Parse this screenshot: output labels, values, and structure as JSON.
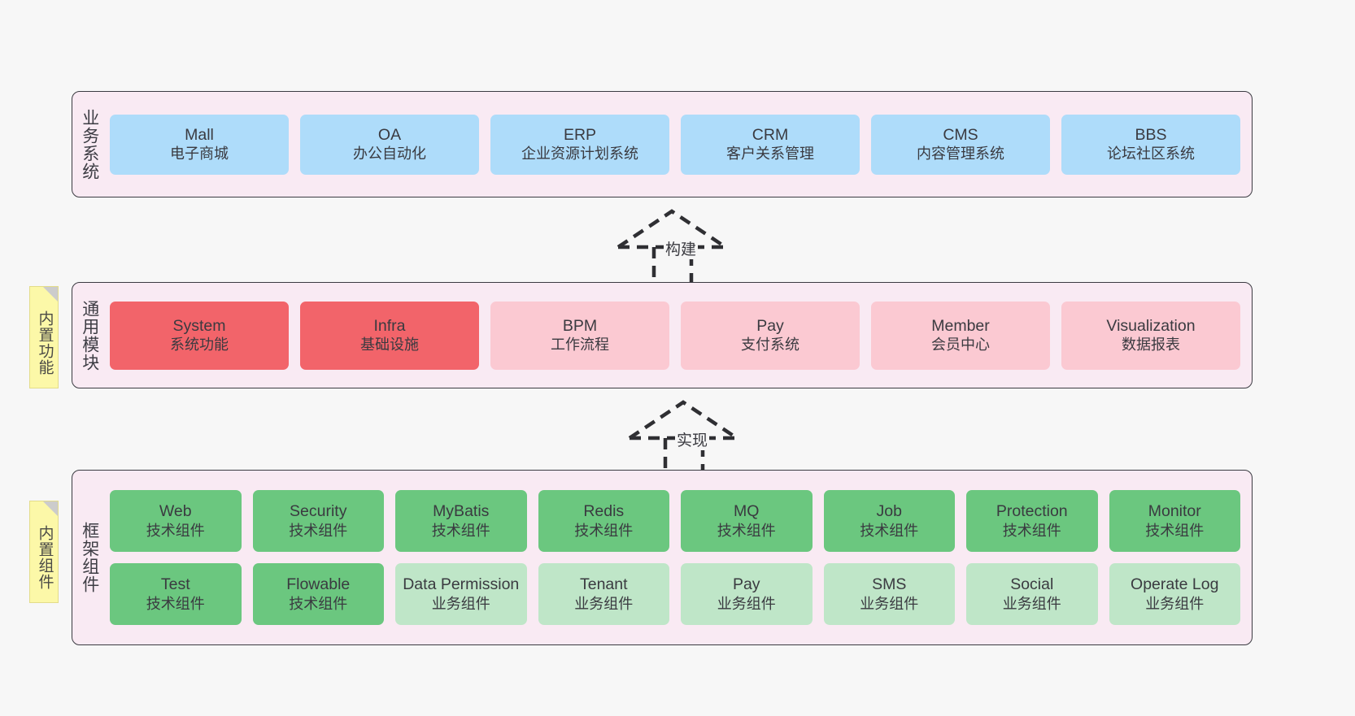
{
  "layers": [
    {
      "name": "business-systems",
      "label": "业务系统",
      "items": [
        {
          "en": "Mall",
          "cn": "电子商城"
        },
        {
          "en": "OA",
          "cn": "办公自动化"
        },
        {
          "en": "ERP",
          "cn": "企业资源计划系统"
        },
        {
          "en": "CRM",
          "cn": "客户关系管理"
        },
        {
          "en": "CMS",
          "cn": "内容管理系统"
        },
        {
          "en": "BBS",
          "cn": "论坛社区系统"
        }
      ]
    },
    {
      "name": "common-modules",
      "label": "通用模块",
      "note": "内置功能",
      "items": [
        {
          "en": "System",
          "cn": "系统功能",
          "emphasis": "strong"
        },
        {
          "en": "Infra",
          "cn": "基础设施",
          "emphasis": "strong"
        },
        {
          "en": "BPM",
          "cn": "工作流程",
          "emphasis": "soft"
        },
        {
          "en": "Pay",
          "cn": "支付系统",
          "emphasis": "soft"
        },
        {
          "en": "Member",
          "cn": "会员中心",
          "emphasis": "soft"
        },
        {
          "en": "Visualization",
          "cn": "数据报表",
          "emphasis": "soft"
        }
      ]
    },
    {
      "name": "framework-components",
      "label": "框架组件",
      "note": "内置组件",
      "rows": [
        [
          {
            "en": "Web",
            "cn": "技术组件",
            "kind": "tech"
          },
          {
            "en": "Security",
            "cn": "技术组件",
            "kind": "tech"
          },
          {
            "en": "MyBatis",
            "cn": "技术组件",
            "kind": "tech"
          },
          {
            "en": "Redis",
            "cn": "技术组件",
            "kind": "tech"
          },
          {
            "en": "MQ",
            "cn": "技术组件",
            "kind": "tech"
          },
          {
            "en": "Job",
            "cn": "技术组件",
            "kind": "tech"
          },
          {
            "en": "Protection",
            "cn": "技术组件",
            "kind": "tech"
          },
          {
            "en": "Monitor",
            "cn": "技术组件",
            "kind": "tech"
          }
        ],
        [
          {
            "en": "Test",
            "cn": "技术组件",
            "kind": "tech"
          },
          {
            "en": "Flowable",
            "cn": "技术组件",
            "kind": "tech"
          },
          {
            "en": "Data Permission",
            "cn": "业务组件",
            "kind": "biz"
          },
          {
            "en": "Tenant",
            "cn": "业务组件",
            "kind": "biz"
          },
          {
            "en": "Pay",
            "cn": "业务组件",
            "kind": "biz"
          },
          {
            "en": "SMS",
            "cn": "业务组件",
            "kind": "biz"
          },
          {
            "en": "Social",
            "cn": "业务组件",
            "kind": "biz"
          },
          {
            "en": "Operate Log",
            "cn": "业务组件",
            "kind": "biz"
          }
        ]
      ]
    }
  ],
  "connectors": [
    {
      "name": "build-arrow",
      "label": "构建"
    },
    {
      "name": "implement-arrow",
      "label": "实现"
    }
  ],
  "colors": {
    "background": "#f7f7f7",
    "layer_fill": "#f9eaf3",
    "layer_border": "#3b3b42",
    "business_card": "#aedcfa",
    "module_strong": "#f2646a",
    "module_soft": "#fbc9d2",
    "component_tech": "#6bc77f",
    "component_biz": "#bfe6c8",
    "note_fill": "#fcf8a8",
    "note_fold": "#cccccc"
  }
}
